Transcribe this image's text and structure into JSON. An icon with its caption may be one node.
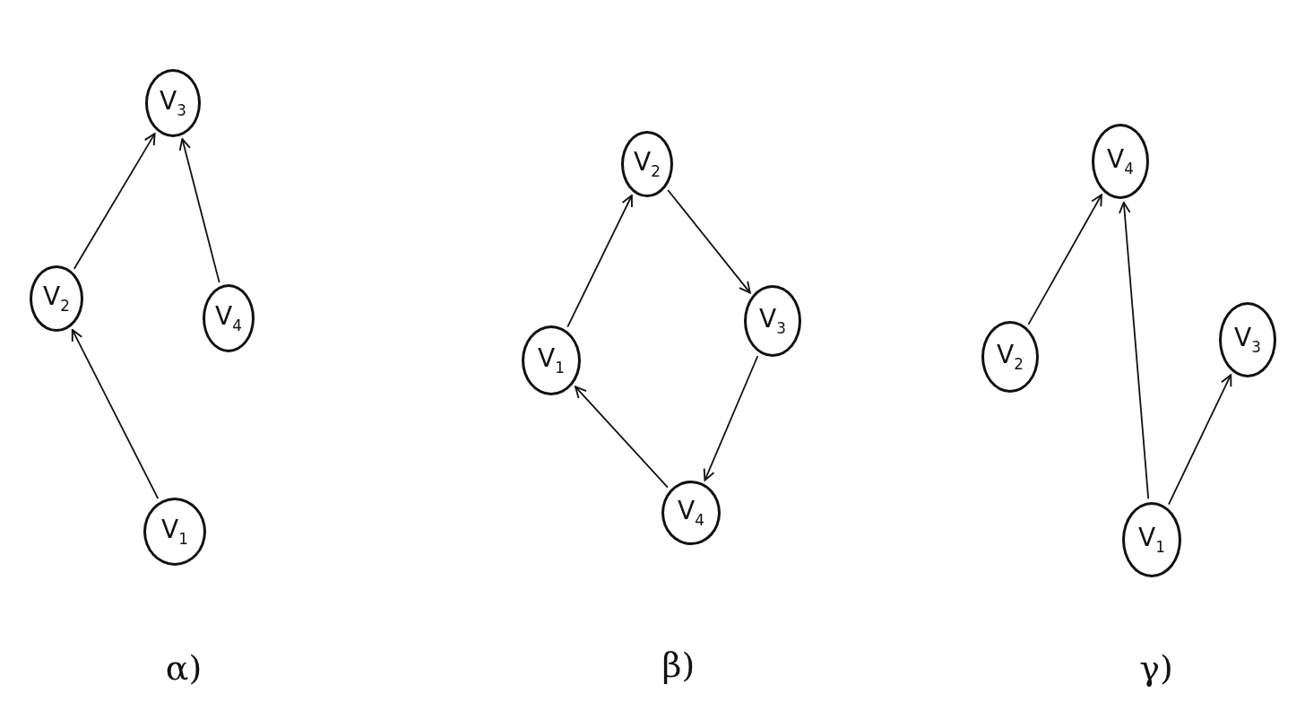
{
  "diagram": {
    "nodes": [
      {
        "text": [
          "V$_{3}$"
        ]
      },
      {
        "text": [
          "V$_{2}$"
        ]
      },
      {
        "text": [
          "V$_{4}$"
        ]
      },
      {
        "text": [
          "V$_{1}$"
        ]
      },
      {
        "text": [
          "V$_{2}$"
        ]
      },
      {
        "text": [
          "V$_{1}$"
        ]
      },
      {
        "text": [
          "V$_{3}$"
        ]
      },
      {
        "text": [
          "V$_{4}$"
        ]
      },
      {
        "text": [
          "V$_{4}$"
        ]
      },
      {
        "text": [
          "V$_{2}$"
        ]
      },
      {
        "text": [
          "V$_{3}$"
        ]
      },
      {
        "text": [
          "V$_{1}$"
        ]
      }
    ],
    "edges": [
      {
        "from": 1,
        "to": 0,
        "arrow": "to"
      },
      {
        "from": 2,
        "to": 0,
        "arrow": "to"
      },
      {
        "from": 3,
        "to": 1,
        "arrow": "to"
      },
      {
        "from": 5,
        "to": 4,
        "arrow": "to"
      },
      {
        "from": 4,
        "to": 6,
        "arrow": "to"
      },
      {
        "from": 6,
        "to": 7,
        "arrow": "to"
      },
      {
        "from": 7,
        "to": 5,
        "arrow": "to"
      },
      {
        "from": 9,
        "to": 8,
        "arrow": "to"
      },
      {
        "from": 11,
        "to": 8,
        "arrow": "to"
      },
      {
        "from": 11,
        "to": 10,
        "arrow": "to"
      }
    ],
    "labels": [
      "α)",
      "β)",
      "γ)"
    ]
  }
}
